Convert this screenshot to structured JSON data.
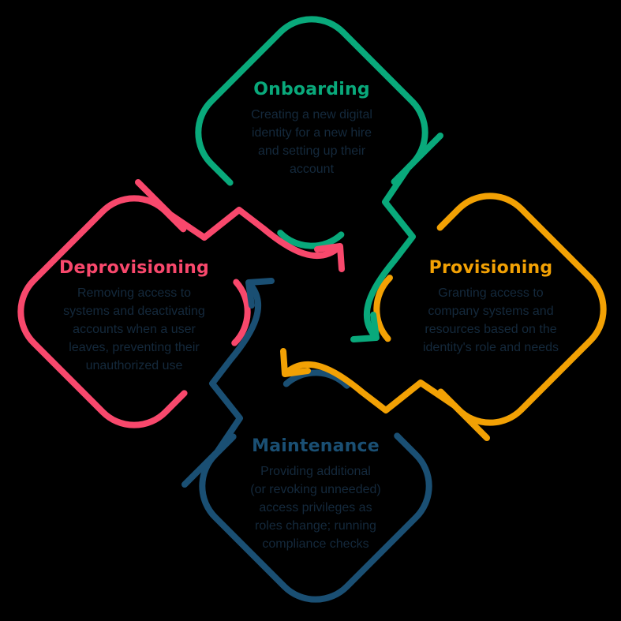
{
  "page": {
    "background": "#000000"
  },
  "diagram": {
    "name": "identity-lifecycle-cycle",
    "colors": {
      "onboarding": "#09A97B",
      "provisioning": "#F2A104",
      "maintenance": "#1A4F73",
      "deprovisioning": "#F8486C",
      "body_text": "#14293C"
    },
    "stages": [
      {
        "id": "onboarding",
        "label": "Onboarding",
        "description": "Creating a new digital\nidentity for a new hire\nand setting up their\naccount"
      },
      {
        "id": "provisioning",
        "label": "Provisioning",
        "description": "Granting access to\ncompany systems and\nresources based on the\nidentity's role and needs"
      },
      {
        "id": "maintenance",
        "label": "Maintenance",
        "description": "Providing additional\n(or revoking unneeded)\naccess privileges as\nroles change; running\ncompliance checks"
      },
      {
        "id": "deprovisioning",
        "label": "Deprovisioning",
        "description": "Removing access to\nsystems and deactivating\naccounts when a user\nleaves, preventing their\nunauthorized use"
      }
    ],
    "arrows": [
      {
        "from": "Onboarding",
        "to": "Provisioning"
      },
      {
        "from": "Provisioning",
        "to": "Maintenance"
      },
      {
        "from": "Maintenance",
        "to": "Deprovisioning"
      },
      {
        "from": "Deprovisioning",
        "to": "Onboarding"
      }
    ]
  }
}
